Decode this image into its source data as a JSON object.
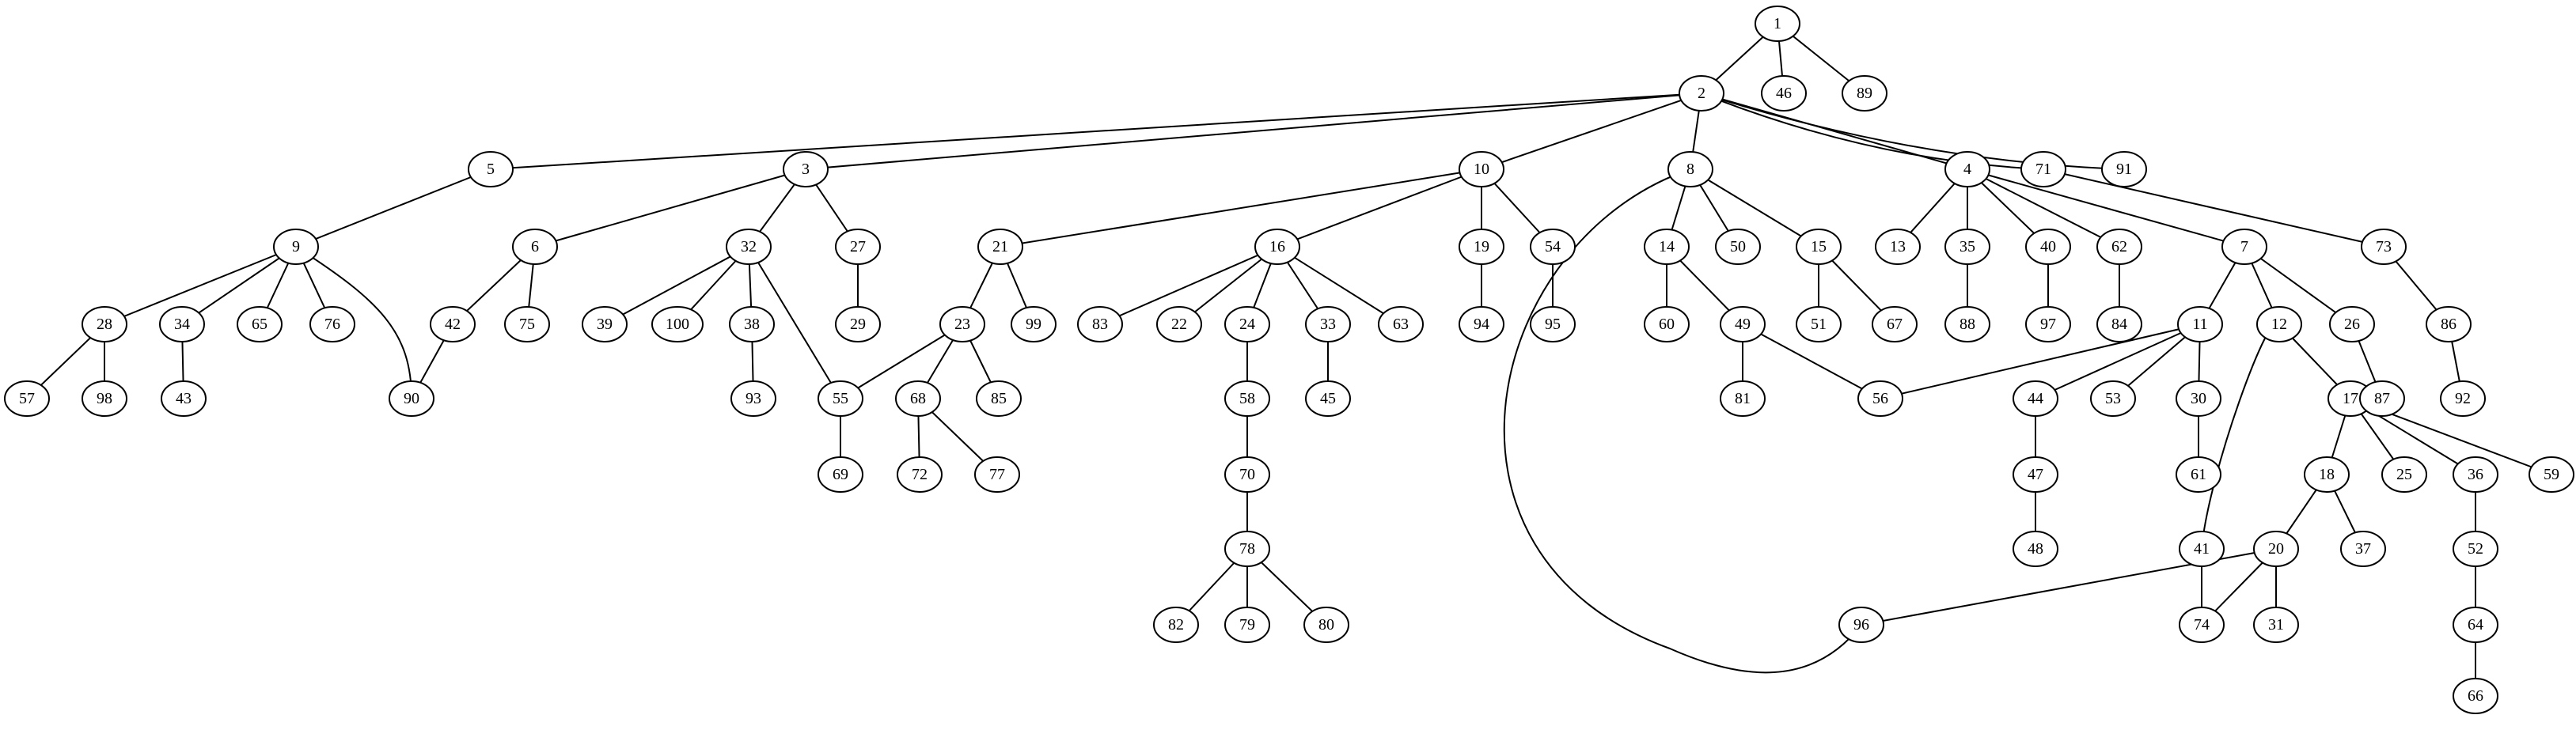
{
  "graph": {
    "type": "tree",
    "nodes": [
      {
        "id": "1",
        "label": "1"
      },
      {
        "id": "2",
        "label": "2"
      },
      {
        "id": "46",
        "label": "46"
      },
      {
        "id": "89",
        "label": "89"
      },
      {
        "id": "5",
        "label": "5"
      },
      {
        "id": "3",
        "label": "3"
      },
      {
        "id": "10",
        "label": "10"
      },
      {
        "id": "8",
        "label": "8"
      },
      {
        "id": "4",
        "label": "4"
      },
      {
        "id": "71",
        "label": "71"
      },
      {
        "id": "91",
        "label": "91"
      },
      {
        "id": "9",
        "label": "9"
      },
      {
        "id": "6",
        "label": "6"
      },
      {
        "id": "32",
        "label": "32"
      },
      {
        "id": "27",
        "label": "27"
      },
      {
        "id": "21",
        "label": "21"
      },
      {
        "id": "16",
        "label": "16"
      },
      {
        "id": "19",
        "label": "19"
      },
      {
        "id": "54",
        "label": "54"
      },
      {
        "id": "14",
        "label": "14"
      },
      {
        "id": "50",
        "label": "50"
      },
      {
        "id": "15",
        "label": "15"
      },
      {
        "id": "13",
        "label": "13"
      },
      {
        "id": "35",
        "label": "35"
      },
      {
        "id": "40",
        "label": "40"
      },
      {
        "id": "62",
        "label": "62"
      },
      {
        "id": "7",
        "label": "7"
      },
      {
        "id": "73",
        "label": "73"
      },
      {
        "id": "28",
        "label": "28"
      },
      {
        "id": "34",
        "label": "34"
      },
      {
        "id": "65",
        "label": "65"
      },
      {
        "id": "76",
        "label": "76"
      },
      {
        "id": "42",
        "label": "42"
      },
      {
        "id": "75",
        "label": "75"
      },
      {
        "id": "39",
        "label": "39"
      },
      {
        "id": "100",
        "label": "100"
      },
      {
        "id": "38",
        "label": "38"
      },
      {
        "id": "29",
        "label": "29"
      },
      {
        "id": "23",
        "label": "23"
      },
      {
        "id": "99",
        "label": "99"
      },
      {
        "id": "83",
        "label": "83"
      },
      {
        "id": "22",
        "label": "22"
      },
      {
        "id": "24",
        "label": "24"
      },
      {
        "id": "33",
        "label": "33"
      },
      {
        "id": "63",
        "label": "63"
      },
      {
        "id": "94",
        "label": "94"
      },
      {
        "id": "95",
        "label": "95"
      },
      {
        "id": "60",
        "label": "60"
      },
      {
        "id": "49",
        "label": "49"
      },
      {
        "id": "51",
        "label": "51"
      },
      {
        "id": "67",
        "label": "67"
      },
      {
        "id": "88",
        "label": "88"
      },
      {
        "id": "97",
        "label": "97"
      },
      {
        "id": "84",
        "label": "84"
      },
      {
        "id": "11",
        "label": "11"
      },
      {
        "id": "12",
        "label": "12"
      },
      {
        "id": "26",
        "label": "26"
      },
      {
        "id": "86",
        "label": "86"
      },
      {
        "id": "57",
        "label": "57"
      },
      {
        "id": "98",
        "label": "98"
      },
      {
        "id": "43",
        "label": "43"
      },
      {
        "id": "90",
        "label": "90"
      },
      {
        "id": "93",
        "label": "93"
      },
      {
        "id": "55",
        "label": "55"
      },
      {
        "id": "68",
        "label": "68"
      },
      {
        "id": "85",
        "label": "85"
      },
      {
        "id": "58",
        "label": "58"
      },
      {
        "id": "45",
        "label": "45"
      },
      {
        "id": "81",
        "label": "81"
      },
      {
        "id": "56",
        "label": "56"
      },
      {
        "id": "44",
        "label": "44"
      },
      {
        "id": "53",
        "label": "53"
      },
      {
        "id": "30",
        "label": "30"
      },
      {
        "id": "17",
        "label": "17"
      },
      {
        "id": "87",
        "label": "87"
      },
      {
        "id": "92",
        "label": "92"
      },
      {
        "id": "69",
        "label": "69"
      },
      {
        "id": "72",
        "label": "72"
      },
      {
        "id": "77",
        "label": "77"
      },
      {
        "id": "70",
        "label": "70"
      },
      {
        "id": "47",
        "label": "47"
      },
      {
        "id": "61",
        "label": "61"
      },
      {
        "id": "18",
        "label": "18"
      },
      {
        "id": "25",
        "label": "25"
      },
      {
        "id": "36",
        "label": "36"
      },
      {
        "id": "59",
        "label": "59"
      },
      {
        "id": "78",
        "label": "78"
      },
      {
        "id": "48",
        "label": "48"
      },
      {
        "id": "41",
        "label": "41"
      },
      {
        "id": "20",
        "label": "20"
      },
      {
        "id": "37",
        "label": "37"
      },
      {
        "id": "52",
        "label": "52"
      },
      {
        "id": "82",
        "label": "82"
      },
      {
        "id": "79",
        "label": "79"
      },
      {
        "id": "80",
        "label": "80"
      },
      {
        "id": "96",
        "label": "96"
      },
      {
        "id": "74",
        "label": "74"
      },
      {
        "id": "31",
        "label": "31"
      },
      {
        "id": "64",
        "label": "64"
      },
      {
        "id": "66",
        "label": "66"
      }
    ],
    "edges": [
      [
        "1",
        "2"
      ],
      [
        "1",
        "46"
      ],
      [
        "1",
        "89"
      ],
      [
        "2",
        "5"
      ],
      [
        "2",
        "3"
      ],
      [
        "2",
        "10"
      ],
      [
        "2",
        "8"
      ],
      [
        "2",
        "4"
      ],
      [
        "2",
        "71"
      ],
      [
        "2",
        "91"
      ],
      [
        "5",
        "9"
      ],
      [
        "3",
        "6"
      ],
      [
        "3",
        "32"
      ],
      [
        "3",
        "27"
      ],
      [
        "10",
        "21"
      ],
      [
        "10",
        "16"
      ],
      [
        "10",
        "19"
      ],
      [
        "10",
        "54"
      ],
      [
        "8",
        "96"
      ],
      [
        "8",
        "14"
      ],
      [
        "8",
        "50"
      ],
      [
        "8",
        "15"
      ],
      [
        "4",
        "13"
      ],
      [
        "4",
        "35"
      ],
      [
        "4",
        "40"
      ],
      [
        "4",
        "62"
      ],
      [
        "4",
        "7"
      ],
      [
        "71",
        "73"
      ],
      [
        "9",
        "28"
      ],
      [
        "9",
        "34"
      ],
      [
        "9",
        "65"
      ],
      [
        "9",
        "76"
      ],
      [
        "9",
        "90"
      ],
      [
        "6",
        "42"
      ],
      [
        "6",
        "75"
      ],
      [
        "32",
        "39"
      ],
      [
        "32",
        "100"
      ],
      [
        "32",
        "38"
      ],
      [
        "32",
        "55"
      ],
      [
        "27",
        "29"
      ],
      [
        "21",
        "23"
      ],
      [
        "21",
        "99"
      ],
      [
        "16",
        "83"
      ],
      [
        "16",
        "22"
      ],
      [
        "16",
        "24"
      ],
      [
        "16",
        "33"
      ],
      [
        "16",
        "63"
      ],
      [
        "19",
        "94"
      ],
      [
        "54",
        "95"
      ],
      [
        "14",
        "60"
      ],
      [
        "14",
        "49"
      ],
      [
        "15",
        "51"
      ],
      [
        "15",
        "67"
      ],
      [
        "35",
        "88"
      ],
      [
        "40",
        "97"
      ],
      [
        "62",
        "84"
      ],
      [
        "7",
        "11"
      ],
      [
        "7",
        "12"
      ],
      [
        "7",
        "26"
      ],
      [
        "73",
        "86"
      ],
      [
        "28",
        "57"
      ],
      [
        "28",
        "98"
      ],
      [
        "34",
        "43"
      ],
      [
        "42",
        "90"
      ],
      [
        "38",
        "93"
      ],
      [
        "23",
        "55"
      ],
      [
        "23",
        "68"
      ],
      [
        "23",
        "85"
      ],
      [
        "24",
        "58"
      ],
      [
        "33",
        "45"
      ],
      [
        "49",
        "81"
      ],
      [
        "49",
        "56"
      ],
      [
        "11",
        "56"
      ],
      [
        "11",
        "44"
      ],
      [
        "11",
        "53"
      ],
      [
        "11",
        "30"
      ],
      [
        "12",
        "41"
      ],
      [
        "12",
        "17"
      ],
      [
        "26",
        "87"
      ],
      [
        "86",
        "92"
      ],
      [
        "55",
        "69"
      ],
      [
        "68",
        "72"
      ],
      [
        "68",
        "77"
      ],
      [
        "58",
        "70"
      ],
      [
        "44",
        "47"
      ],
      [
        "30",
        "61"
      ],
      [
        "17",
        "18"
      ],
      [
        "17",
        "25"
      ],
      [
        "17",
        "36"
      ],
      [
        "17",
        "59"
      ],
      [
        "70",
        "78"
      ],
      [
        "47",
        "48"
      ],
      [
        "41",
        "74"
      ],
      [
        "18",
        "20"
      ],
      [
        "18",
        "37"
      ],
      [
        "36",
        "52"
      ],
      [
        "78",
        "82"
      ],
      [
        "78",
        "79"
      ],
      [
        "78",
        "80"
      ],
      [
        "20",
        "96"
      ],
      [
        "20",
        "74"
      ],
      [
        "20",
        "31"
      ],
      [
        "52",
        "64"
      ],
      [
        "64",
        "66"
      ]
    ]
  }
}
